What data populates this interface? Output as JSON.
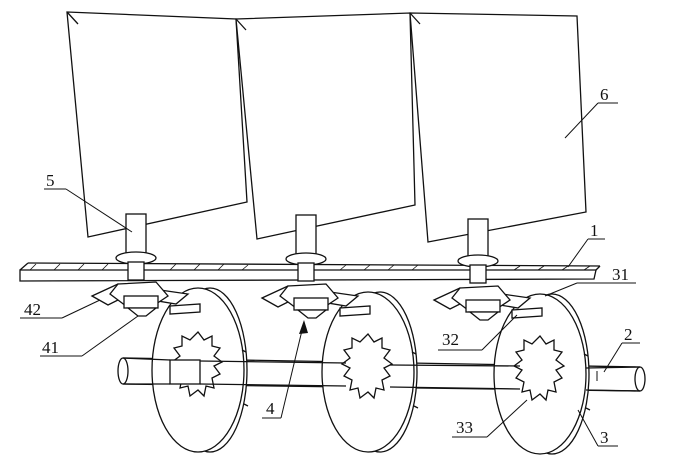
{
  "labels": {
    "frame": "1",
    "shaft": "2",
    "disc": "3",
    "disc_spoke": "31",
    "disc_pin": "32",
    "disc_teeth": "33",
    "feeder": "4",
    "feeder_bottom": "41",
    "feeder_flange": "42",
    "stem": "5",
    "hopper": "6"
  }
}
